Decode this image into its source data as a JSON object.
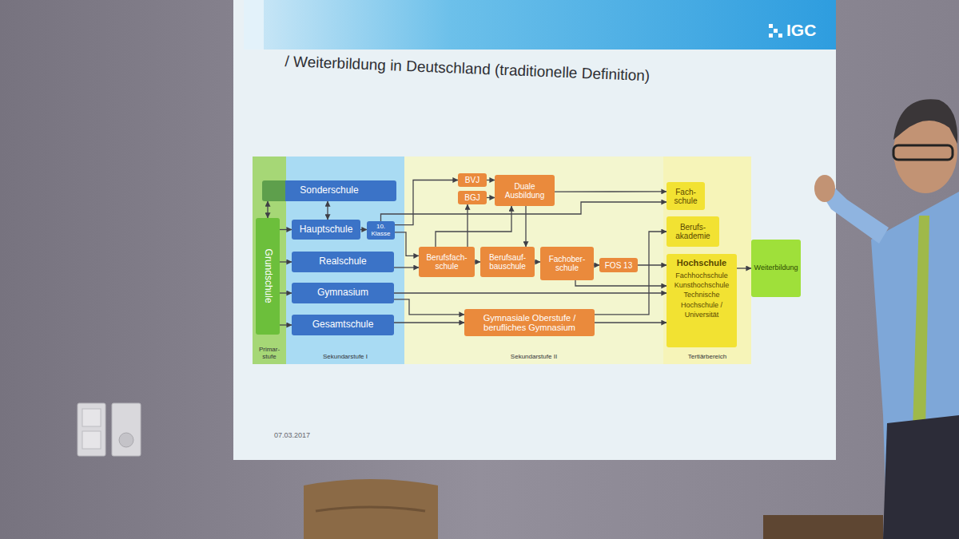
{
  "diagram": {
    "title": "/ Weiterbildung in Deutschland (traditionelle Definition)",
    "nodes": [
      {
        "text": [
          "Primar- stufe"
        ]
      },
      {
        "text": [
          "Sekundarstufe I"
        ]
      },
      {
        "text": [
          "Sekundarstufe II"
        ]
      },
      {
        "text": [
          "Tertiärbereich"
        ]
      },
      {
        "text": [
          "Grundschule"
        ],
        "in": 0
      },
      {
        "text": [
          "Sonderschule"
        ]
      },
      {
        "text": [
          "Hauptschule"
        ],
        "in": 1
      },
      {
        "text": [
          "10. Klasse"
        ],
        "in": 1
      },
      {
        "text": [
          "Realschule"
        ],
        "in": 1
      },
      {
        "text": [
          "Gymnasium"
        ],
        "in": 1
      },
      {
        "text": [
          "Gesamtschule"
        ],
        "in": 1
      },
      {
        "text": [
          "BVJ"
        ],
        "in": 2
      },
      {
        "text": [
          "BGJ"
        ],
        "in": 2
      },
      {
        "text": [
          "Duale Ausbildung"
        ],
        "in": 2
      },
      {
        "text": [
          "Berufsfach- schule"
        ],
        "in": 2
      },
      {
        "text": [
          "Berufsauf- bauschule"
        ],
        "in": 2
      },
      {
        "text": [
          "Fachober- schule"
        ],
        "in": 2
      },
      {
        "text": [
          "FOS 13"
        ],
        "in": 2
      },
      {
        "text": [
          "Gymnasiale Oberstufe / berufliches Gymnasium"
        ],
        "in": 2
      },
      {
        "text": [
          "Fach- schule"
        ],
        "in": 3
      },
      {
        "text": [
          "Berufs- akademie"
        ],
        "in": 3
      },
      {
        "text": [
          "Hochschule",
          "Fachhochschule Kunsthochschule Technische Hochschule / Universität"
        ],
        "in": 3
      },
      {
        "text": [
          "Weiterbildung"
        ]
      }
    ],
    "edges": [
      {
        "from": 4,
        "to": 5,
        "arrow": "both"
      },
      {
        "from": 4,
        "to": 6,
        "arrow": "to"
      },
      {
        "from": 4,
        "to": 8,
        "arrow": "to"
      },
      {
        "from": 4,
        "to": 9,
        "arrow": "to"
      },
      {
        "from": 4,
        "to": 10,
        "arrow": "to"
      },
      {
        "from": 5,
        "to": 6,
        "arrow": "both"
      },
      {
        "from": 6,
        "to": 7,
        "arrow": "to"
      },
      {
        "from": 7,
        "to": 11,
        "arrow": "to"
      },
      {
        "from": 11,
        "to": 13,
        "arrow": "to"
      },
      {
        "from": 12,
        "to": 13,
        "arrow": "to"
      },
      {
        "from": 13,
        "to": 19,
        "arrow": "to"
      },
      {
        "from": 13,
        "to": 15,
        "arrow": "to"
      },
      {
        "from": 7,
        "to": 14,
        "arrow": "to"
      },
      {
        "from": 8,
        "to": 14,
        "arrow": "to"
      },
      {
        "from": 14,
        "to": 15,
        "arrow": "to"
      },
      {
        "from": 15,
        "to": 16,
        "arrow": "to"
      },
      {
        "from": 16,
        "to": 17,
        "arrow": "to"
      },
      {
        "from": 14,
        "to": 12,
        "arrow": "to"
      },
      {
        "from": 14,
        "to": 13,
        "arrow": "to"
      },
      {
        "from": 9,
        "to": 21,
        "arrow": "to"
      },
      {
        "from": 10,
        "to": 18,
        "arrow": "to"
      },
      {
        "from": 9,
        "to": 18,
        "arrow": "to"
      },
      {
        "from": 18,
        "to": 21,
        "arrow": "to"
      },
      {
        "from": 17,
        "to": 21,
        "arrow": "to"
      },
      {
        "from": 16,
        "to": 21,
        "arrow": "to"
      },
      {
        "from": 18,
        "to": 20,
        "arrow": "to"
      },
      {
        "from": 21,
        "to": 22,
        "arrow": "to"
      },
      {
        "from": 7,
        "to": 19,
        "arrow": "to"
      }
    ],
    "labels": [
      "IGC",
      "07.03.2017"
    ]
  }
}
